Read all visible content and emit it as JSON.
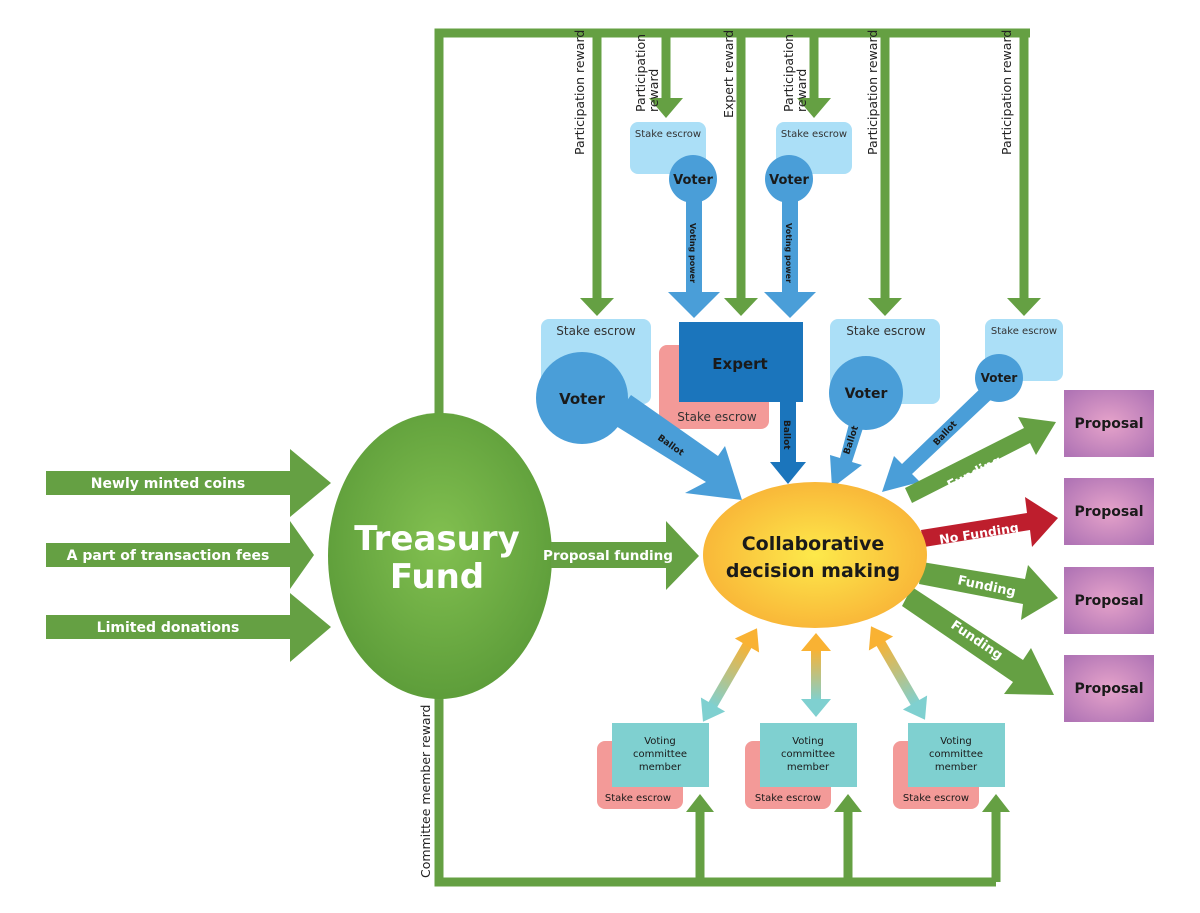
{
  "colors": {
    "green": "#65a043",
    "green_dark": "#5a9238",
    "blue_voter": "#4a9ed8",
    "blue_expert": "#1b75bc",
    "light_blue_escrow": "#abdff7",
    "pink_escrow": "#f39a98",
    "teal_committee": "#7fd0d0",
    "orange_decision": "#f9b233",
    "yellow_decision": "#fde94b",
    "red_nofunding": "#be1e2d",
    "purple_proposal": "#b379b8",
    "pink_proposal": "#e3a0c8"
  },
  "inputs": [
    {
      "label": "Newly minted coins"
    },
    {
      "label": "A part of transaction fees"
    },
    {
      "label": "Limited donations"
    }
  ],
  "treasury": {
    "line1": "Treasury",
    "line2": "Fund"
  },
  "proposal_funding_label": "Proposal funding",
  "decision": {
    "line1": "Collaborative",
    "line2": "decision making"
  },
  "rewards": {
    "participation": "Participation reward",
    "participation_line1": "Participation",
    "participation_line2": "reward",
    "expert": "Expert reward",
    "committee": "Committee member reward"
  },
  "voters": {
    "label": "Voter",
    "stake_escrow": "Stake escrow",
    "voting_power": "Voting power",
    "ballot": "Ballot"
  },
  "expert": {
    "label": "Expert",
    "stake_escrow": "Stake escrow",
    "ballot": "Ballot"
  },
  "committee": [
    {
      "line1": "Voting",
      "line2": "committee",
      "line3": "member",
      "escrow": "Stake escrow"
    },
    {
      "line1": "Voting",
      "line2": "committee",
      "line3": "member",
      "escrow": "Stake escrow"
    },
    {
      "line1": "Voting",
      "line2": "committee",
      "line3": "member",
      "escrow": "Stake escrow"
    }
  ],
  "outcomes": [
    {
      "label": "Funding",
      "type": "funding"
    },
    {
      "label": "No Funding",
      "type": "no-funding"
    },
    {
      "label": "Funding",
      "type": "funding"
    },
    {
      "label": "Funding",
      "type": "funding"
    }
  ],
  "proposals": [
    {
      "label": "Proposal"
    },
    {
      "label": "Proposal"
    },
    {
      "label": "Proposal"
    },
    {
      "label": "Proposal"
    }
  ]
}
